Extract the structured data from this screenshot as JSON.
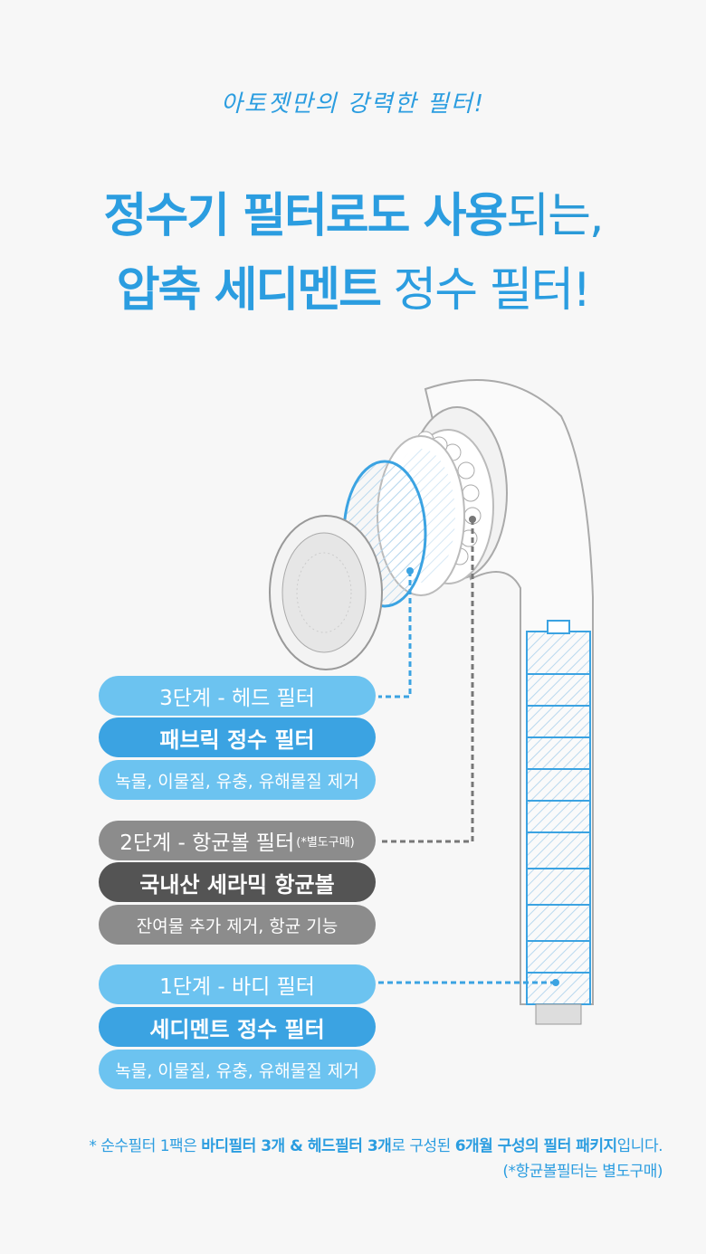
{
  "subtitle": "아토젯만의 강력한 필터!",
  "headline": {
    "line1_bold": "정수기 필터로도 사용",
    "line1_normal": "되는,",
    "line2_bold": "압축 세디멘트",
    "line2_normal": " 정수 필터!"
  },
  "stages": [
    {
      "title": "3단계 - 헤드 필터",
      "name": "패브릭 정수 필터",
      "desc": "녹물, 이물질, 유충, 유해물질 제거"
    },
    {
      "title": "2단계 - 항균볼 필터",
      "title_note": "(*별도구매)",
      "name": "국내산 세라믹 항균볼",
      "desc": "잔여물 추가 제거, 항균 기능"
    },
    {
      "title": "1단계 - 바디 필터",
      "name": "세디멘트 정수 필터",
      "desc": "녹물, 이물질, 유충, 유해물질 제거"
    }
  ],
  "footnote": {
    "p1": "* 순수필터 1팩은 ",
    "b1": "바디필터 3개 & 헤드필터 3개",
    "p2": "로 구성된 ",
    "b2": "6개월 구성의 필터 패키지",
    "p3": "입니다.",
    "line2": "(*항균볼필터는 별도구매)"
  },
  "colors": {
    "accent": "#2b9de0",
    "light_blue": "#6cc3f0",
    "mid_blue": "#3ba3e2",
    "gray": "#8c8c8c",
    "dark_gray": "#545454"
  }
}
